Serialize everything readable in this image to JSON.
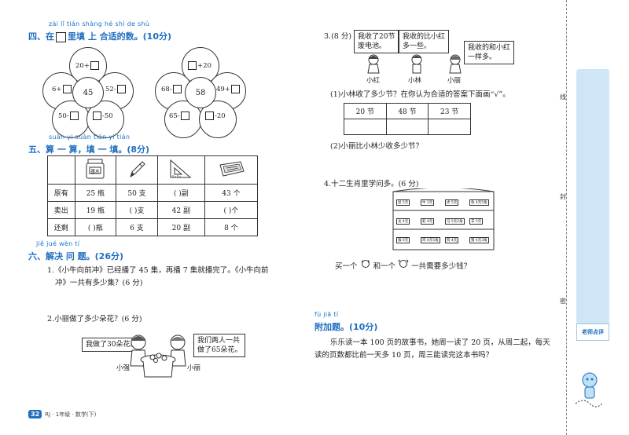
{
  "section4": {
    "pinyin": "zài    lǐ tián shàng hé shì de shù",
    "title_prefix": "四、在",
    "title_suffix": "里填  上  合适的数。(10分)",
    "flower1": {
      "center": "45",
      "top": "20+",
      "left": "6+",
      "right": "52-",
      "bottom_left": "50-",
      "bottom_right": "-50"
    },
    "flower2": {
      "center": "58",
      "top": "+20",
      "left": "68-",
      "right": "49+",
      "bottom_left": "65-",
      "bottom_right": "-20"
    }
  },
  "section5": {
    "pinyin": "suàn yi suàn   tián yi tián",
    "title": "五、算 一 算，填 一 填。(8分)",
    "ink_label": "墨水",
    "rows": [
      {
        "label": "原有",
        "cells": [
          "25 瓶",
          "50 支",
          "(    )副",
          "43 个"
        ]
      },
      {
        "label": "卖出",
        "cells": [
          "19 瓶",
          "(    )支",
          "42 副",
          "(    )个"
        ]
      },
      {
        "label": "还剩",
        "cells": [
          "(    )瓶",
          "6 支",
          "20 副",
          "8 个"
        ]
      }
    ]
  },
  "section6": {
    "pinyin": "jiě jué wèn tí",
    "title": "六、解决 问 题。(26分)",
    "q1_line1": "1.《小牛向前冲》已经播了 45 集，再播 7 集就播完了。《小牛向前",
    "q1_line2": "冲》一共有多少集？(6 分)",
    "q2": "2.小丽做了多少朵花？(6 分)",
    "q2_bubble_left": "我做了30朵花。",
    "q2_bubble_right_1": "我们两人一共",
    "q2_bubble_right_2": "做了65朵花。",
    "q2_name_left": "小强",
    "q2_name_right": "小丽"
  },
  "q3": {
    "title": "3.(8 分)",
    "bubble_hong_1": "我收了20节",
    "bubble_hong_2": "废电池。",
    "bubble_lin_1": "我收的比小红",
    "bubble_lin_2": "多一些。",
    "bubble_li_1": "我收的和小红",
    "bubble_li_2": "一样多。",
    "name_hong": "小红",
    "name_lin": "小林",
    "name_li": "小丽",
    "sub1": "(1)小林收了多少节？在你认为合适的答案下面画“√”。",
    "options": [
      "20 节",
      "48 节",
      "23 节"
    ],
    "sub2": "(2)小丽比小林少收多少节？"
  },
  "q4": {
    "title": "4.十二生肖里学问多。(6 分)",
    "shelf_prices_row1": [
      "鼠 5元",
      "牛 3元",
      "虎 5元",
      "兔 4元5角"
    ],
    "shelf_prices_row2": [
      "龙 4元",
      "蛇 4元",
      "马 5元2角",
      "羊 5元"
    ],
    "shelf_prices_row3": [
      "猴 6元",
      "鸡 4元5角",
      "狗 4元",
      "猪 4元3角"
    ],
    "question_a": "买一个",
    "question_b": "和一个",
    "question_c": "一共需要多少钱？"
  },
  "bonus": {
    "pinyin": "fù jiā tí",
    "title": "附加题。(10分)",
    "line1": "乐乐读一本 100 页的故事书，她周一读了 20 页，从周二起，每天",
    "line2": "读的页数都比前一天多 10 页，周三能读完这本书吗？"
  },
  "sidebar": {
    "footer": "老师点评",
    "char_top": "线",
    "char_mid": "封",
    "char_low": "密"
  },
  "footer": {
    "page_number": "32",
    "info": "RJ · 1年级 · 数学(下)"
  }
}
